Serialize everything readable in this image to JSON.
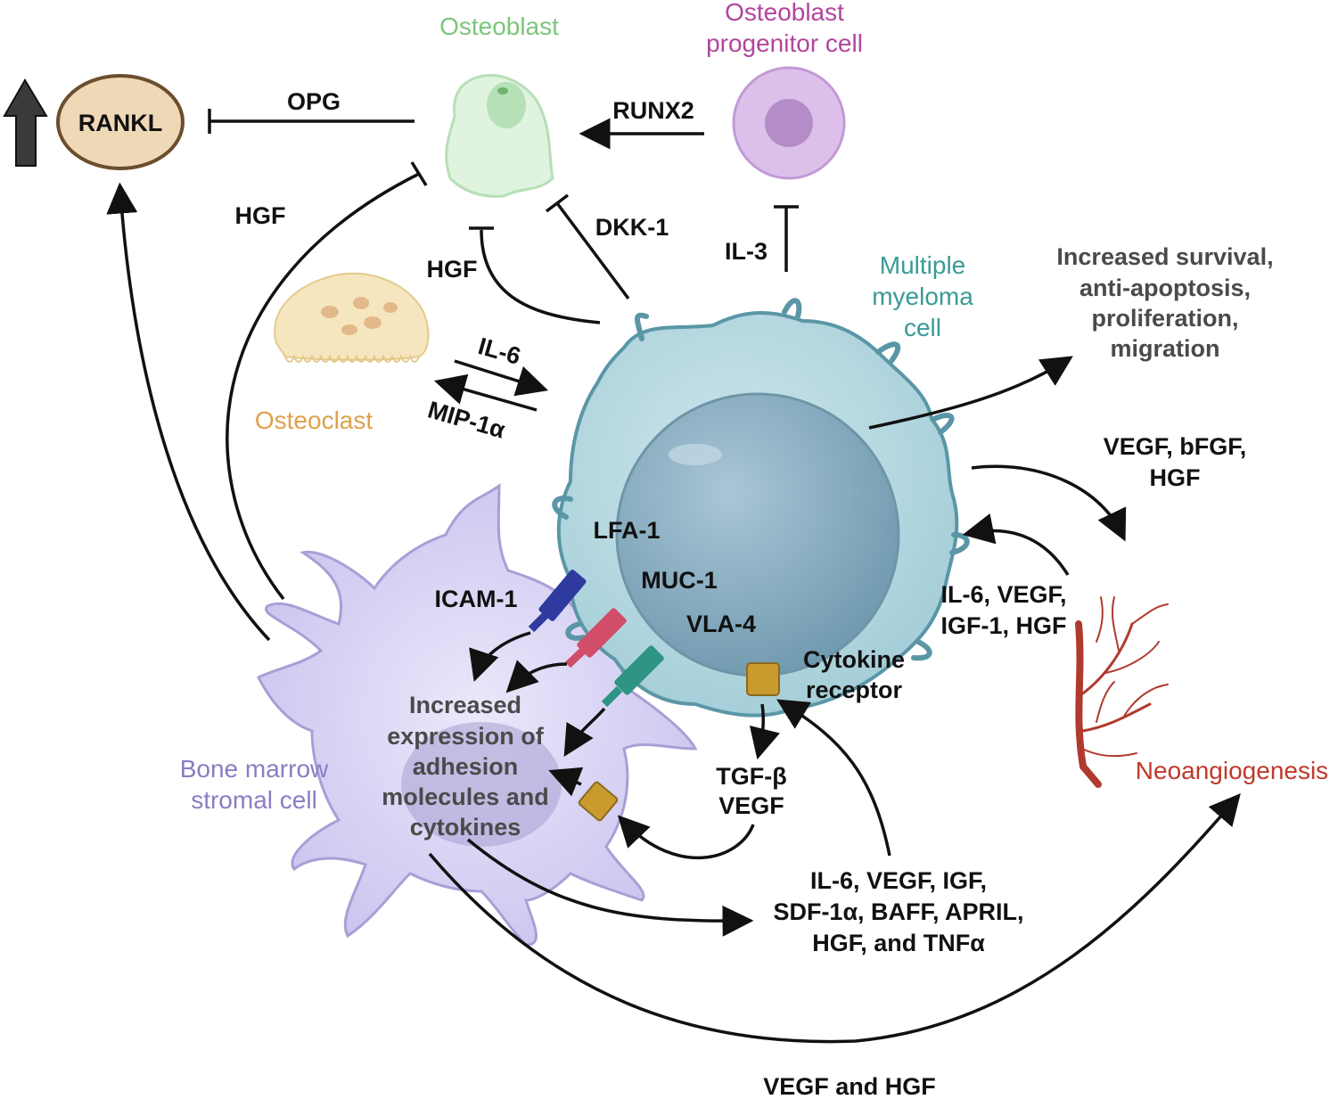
{
  "cells": {
    "osteoblast": "Osteoblast",
    "progenitor_line1": "Osteoblast",
    "progenitor_line2": "progenitor cell",
    "rankl": "RANKL",
    "myeloma_line1": "Multiple",
    "myeloma_line2": "myeloma",
    "myeloma_line3": "cell",
    "osteoclast": "Osteoclast",
    "stromal_line1": "Bone marrow",
    "stromal_line2": "stromal cell",
    "neoangiogenesis": "Neoangiogenesis"
  },
  "signals": {
    "opg": "OPG",
    "runx2": "RUNX2",
    "hgf_left": "HGF",
    "hgf_mid": "HGF",
    "dkk1": "DKK-1",
    "il3": "IL-3",
    "il6": "IL-6",
    "mip1a": "MIP-1α",
    "lfa1": "LFA-1",
    "icam1": "ICAM-1",
    "muc1": "MUC-1",
    "vla4": "VLA-4",
    "cytokine_receptor_line1": "Cytokine",
    "cytokine_receptor_line2": "receptor",
    "tgfb": "TGF-β",
    "vegf": "VEGF",
    "angio_out_line1": "VEGF, bFGF,",
    "angio_out_line2": "HGF",
    "angio_in_line1": "IL-6, VEGF,",
    "angio_in_line2": "IGF-1, HGF",
    "stromal_out_line1": "IL-6, VEGF, IGF,",
    "stromal_out_line2": "SDF-1α, BAFF, APRIL,",
    "stromal_out_line3": "HGF, and TNFα",
    "bottom": "VEGF and HGF"
  },
  "outcomes": {
    "line1": "Increased survival,",
    "line2": "anti-apoptosis,",
    "line3": "proliferation,",
    "line4": "migration"
  },
  "stromal_effect": {
    "line1": "Increased",
    "line2": "expression of",
    "line3": "adhesion",
    "line4": "molecules and",
    "line5": "cytokines"
  },
  "colors": {
    "osteoblast": "#7bc67b",
    "progenitor": "#b2459e",
    "myeloma": "#3a9a96",
    "osteoclast": "#e0a04a",
    "stromal": "#8c7cc2",
    "neo": "#c0392b",
    "lfa1": "#2e3a9e",
    "muc1": "#d14d6a",
    "vla4": "#2e9484",
    "receptor": "#c99a2e"
  }
}
